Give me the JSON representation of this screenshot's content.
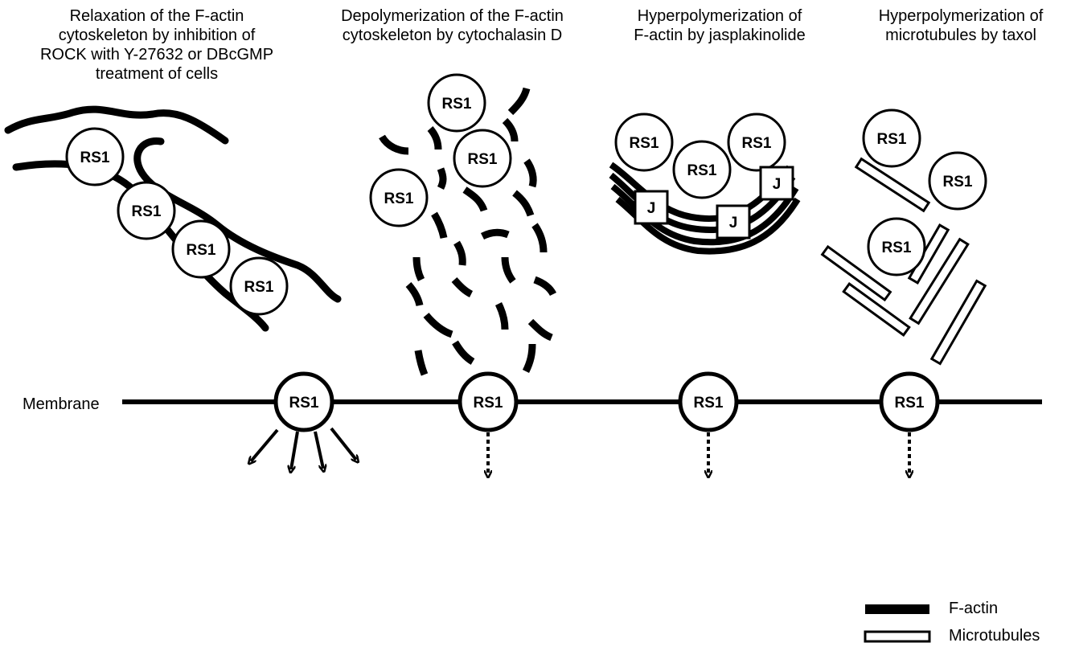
{
  "panels": [
    {
      "title": "Relaxation of the F-actin\ncytoskeleton by inhibition of\nROCK with Y-27632 or DBcGMP\ntreatment of cells"
    },
    {
      "title": "Depolymerization of the F-actin\ncytoskeleton by cytochalasin D"
    },
    {
      "title": "Hyperpolymerization of\nF-actin by jasplakinolide"
    },
    {
      "title": "Hyperpolymerization of\nmicrotubules by taxol"
    }
  ],
  "rs1_label": "RS1",
  "j_label": "J",
  "membrane_label": "Membrane",
  "legend": {
    "factin": "F-actin",
    "microtubules": "Microtubules"
  }
}
